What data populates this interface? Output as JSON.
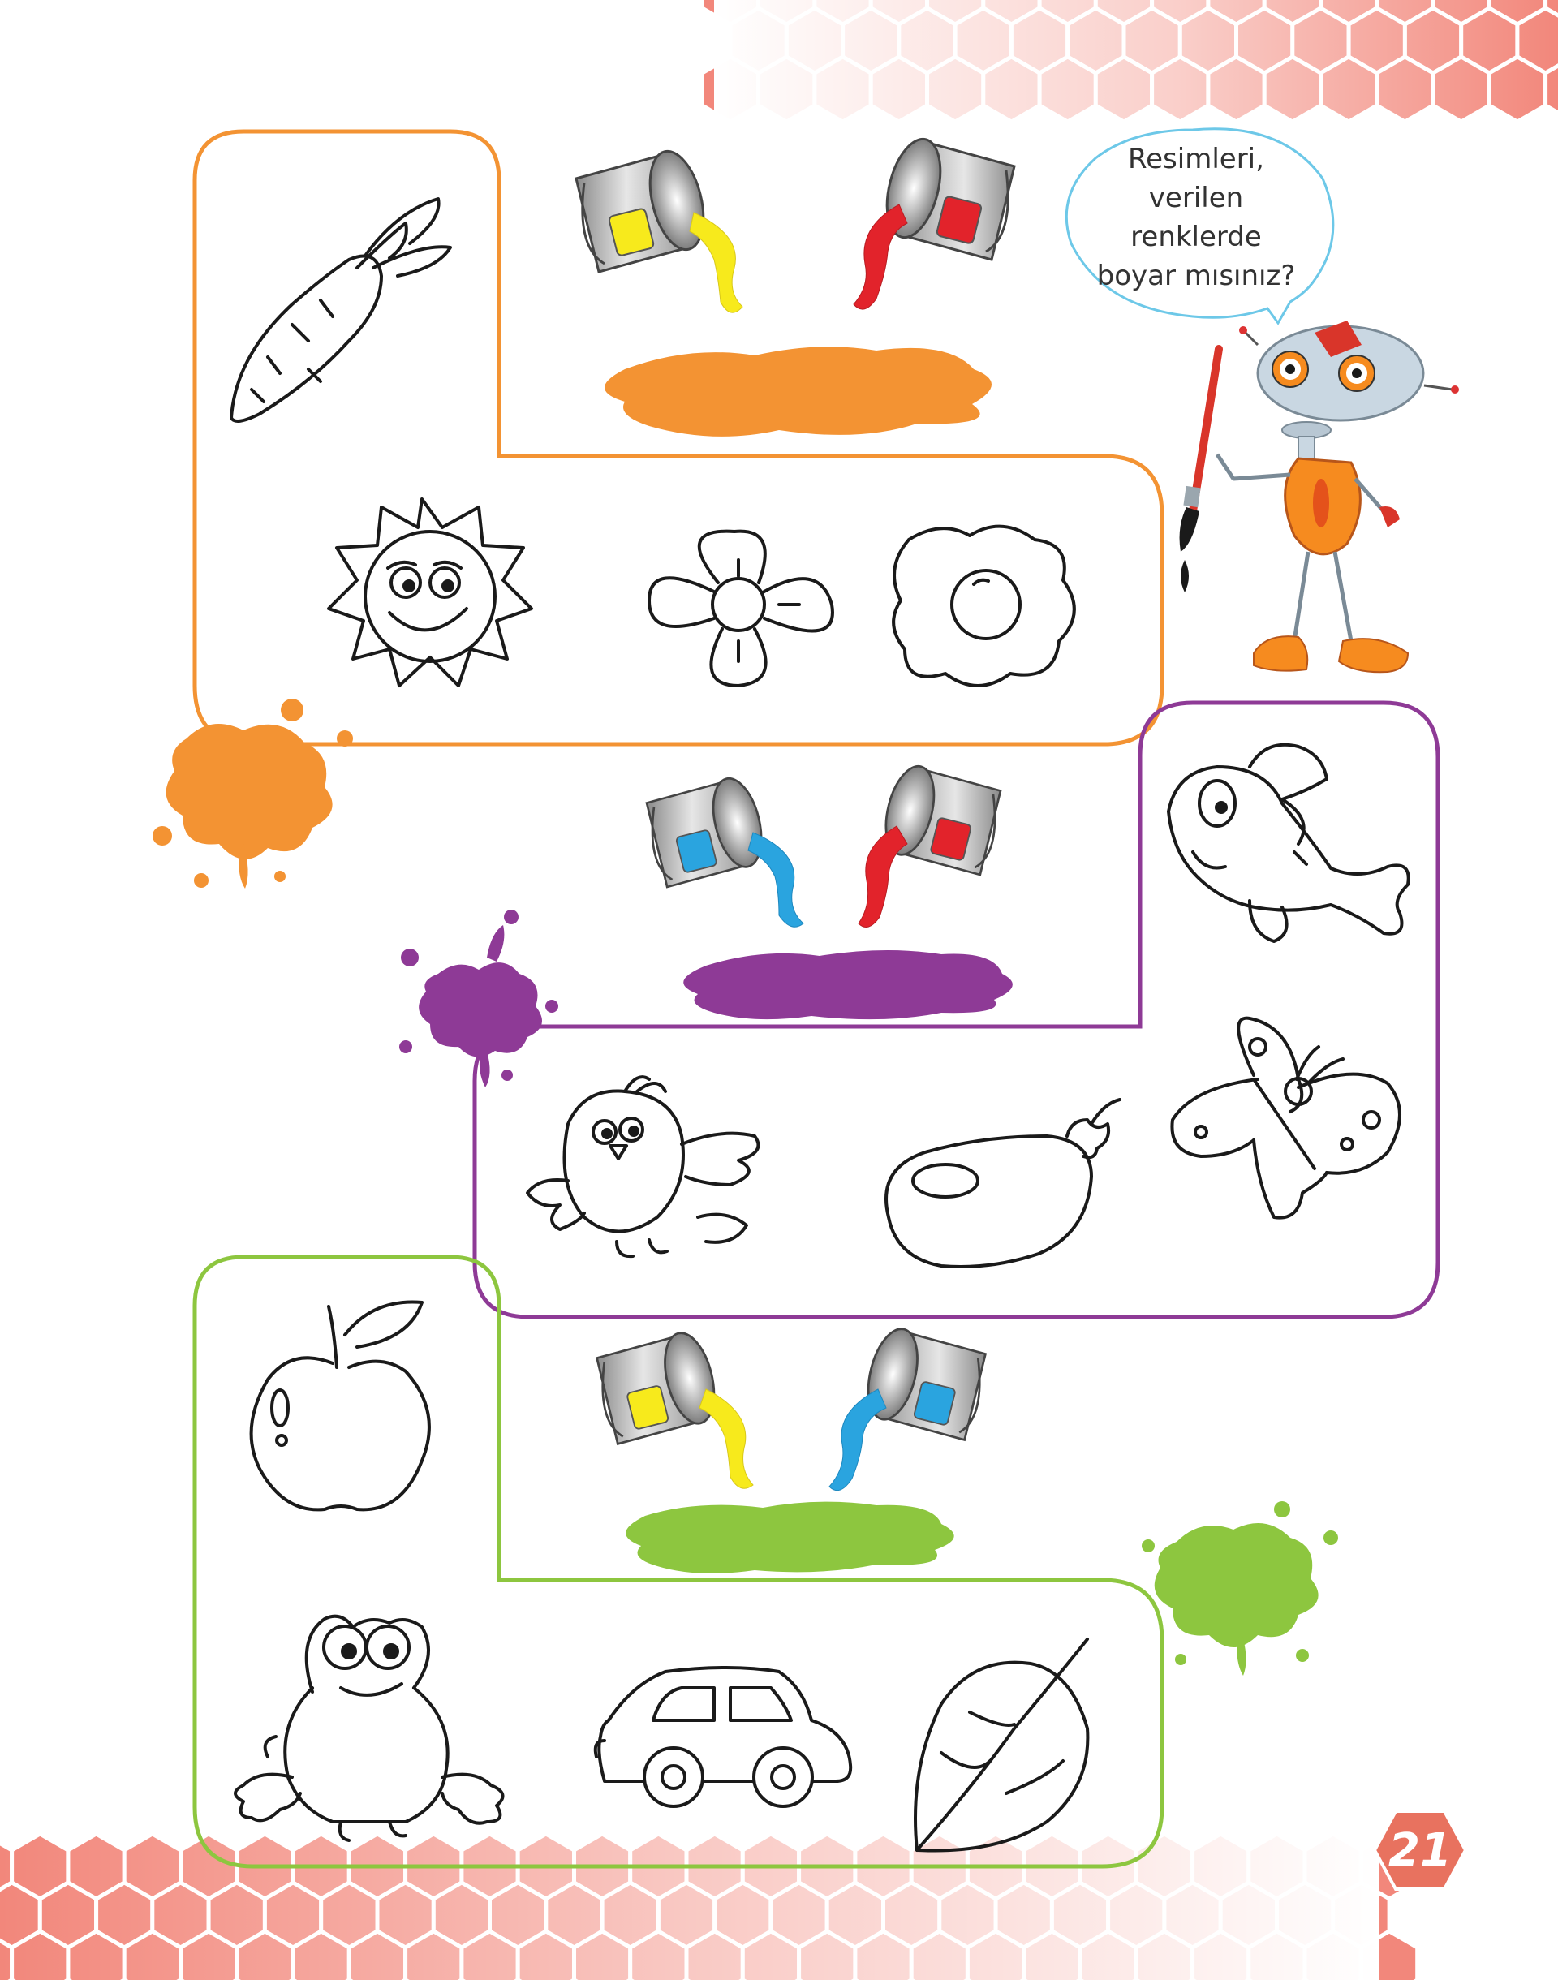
{
  "speech_bubble": {
    "lines": [
      "Resimleri,",
      "verilen",
      "renklerde",
      "boyar mısınız?"
    ]
  },
  "page_number": "21",
  "colors": {
    "orange": "#F39333",
    "purple": "#8E3A96",
    "green": "#8DC63F",
    "yellow": "#F7EA1C",
    "red": "#E2232B",
    "blue": "#2AA4DF",
    "hexagon": "#F2877B"
  },
  "sections": [
    {
      "frame_color": "orange",
      "paints": [
        "yellow",
        "red"
      ],
      "result": "orange",
      "pictures": [
        "carrot-icon",
        "sun-icon",
        "flower-icon",
        "fried-egg-icon"
      ]
    },
    {
      "frame_color": "purple",
      "paints": [
        "blue",
        "red"
      ],
      "result": "purple",
      "pictures": [
        "fish-icon",
        "bird-icon",
        "eggplant-icon",
        "butterfly-icon"
      ]
    },
    {
      "frame_color": "green",
      "paints": [
        "yellow",
        "blue"
      ],
      "result": "green",
      "pictures": [
        "apple-icon",
        "frog-icon",
        "car-icon",
        "leaf-icon"
      ]
    }
  ]
}
